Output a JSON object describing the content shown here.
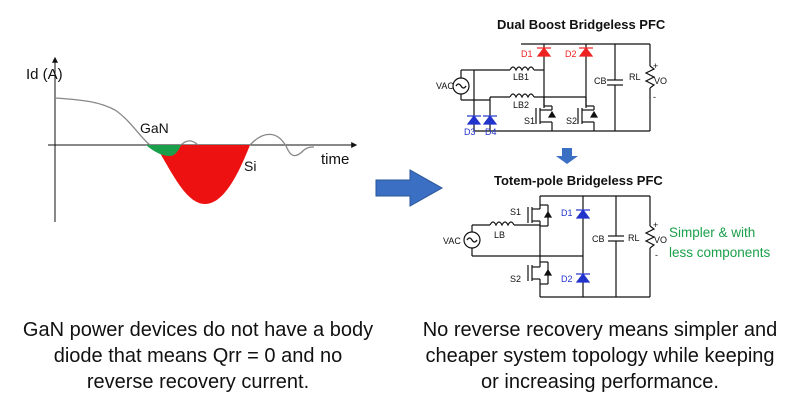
{
  "waveform": {
    "y_axis_label": "Id (A)",
    "x_axis_label": "time",
    "gan_label": "GaN",
    "si_label": "Si",
    "colors": {
      "gan_fill": "#1aa04a",
      "si_fill": "#ee1111",
      "gan_curve": "#888888"
    }
  },
  "arrow": {
    "color": "#3b6fc4",
    "icon": "right-arrow-icon"
  },
  "circuit_top": {
    "title": "Dual Boost Bridgeless PFC",
    "labels": {
      "d1": "D1",
      "d2": "D2",
      "d3": "D3",
      "d4": "D4",
      "lb1": "LB1",
      "lb2": "LB2",
      "vac": "VAC",
      "s1": "S1",
      "s2": "S2",
      "cb": "CB",
      "rl": "RL",
      "vo": "VO",
      "plus": "+",
      "minus": "-"
    }
  },
  "down_arrow": {
    "color": "#3b6fc4",
    "icon": "down-arrow-icon"
  },
  "circuit_bottom": {
    "title": "Totem-pole Bridgeless PFC",
    "labels": {
      "s1": "S1",
      "s2": "S2",
      "d1": "D1",
      "d2": "D2",
      "lb": "LB",
      "vac": "VAC",
      "cb": "CB",
      "rl": "RL",
      "vo": "VO",
      "plus": "+",
      "minus": "-"
    },
    "note_line1": "Simpler & with",
    "note_line2": "less components",
    "note_color": "#1aa04a"
  },
  "captions": {
    "left_line1": "GaN power devices do not have a body",
    "left_line2": "diode that means Qrr = 0 and no",
    "left_line3": "reverse recovery current.",
    "right_line1": "No reverse recovery means simpler and",
    "right_line2": "cheaper system topology while keeping",
    "right_line3": "or increasing performance."
  }
}
